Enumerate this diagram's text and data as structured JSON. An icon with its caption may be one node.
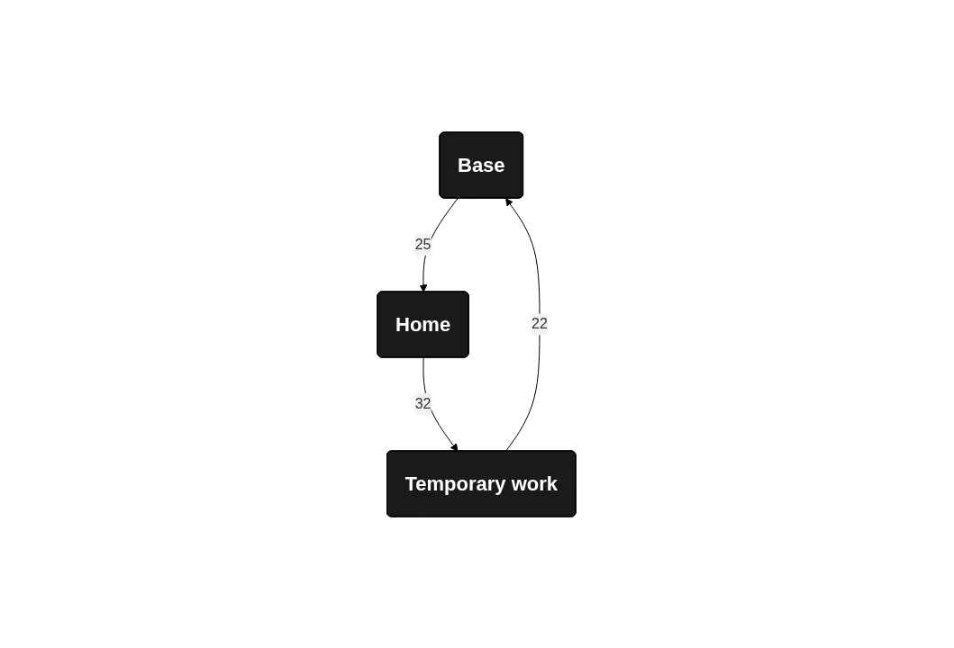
{
  "diagram": {
    "nodes": [
      {
        "text": [
          "Base"
        ]
      },
      {
        "text": [
          "Home"
        ]
      },
      {
        "text": [
          "Temporary work"
        ]
      }
    ],
    "edges": [
      {
        "from": 0,
        "to": 1,
        "arrow": "to",
        "label": "25"
      },
      {
        "from": 1,
        "to": 2,
        "arrow": "to",
        "label": "32"
      },
      {
        "from": 2,
        "to": 0,
        "arrow": "to",
        "label": "22"
      }
    ]
  }
}
